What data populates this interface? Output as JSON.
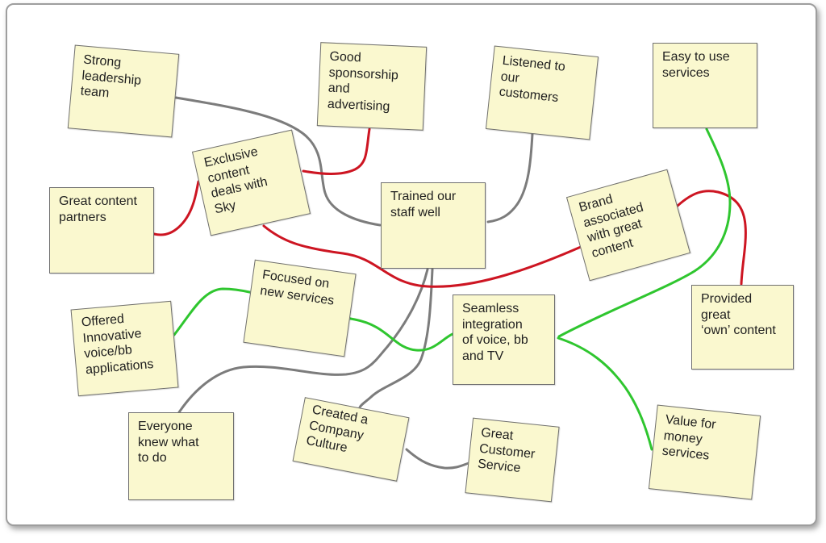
{
  "canvas": {
    "background": "#ffffff",
    "frame_border_color": "#9e9e9e"
  },
  "colors": {
    "red": "#cd1522",
    "green": "#2fc62f",
    "gray": "#7c7c7c",
    "note_fill": "#faf8cf",
    "note_border": "#6f6f6f"
  },
  "notes": [
    {
      "id": "strong-leadership",
      "text": "Strong\nleadership\nteam"
    },
    {
      "id": "good-sponsorship",
      "text": "Good\nsponsorship\nand\nadvertising"
    },
    {
      "id": "listened-customers",
      "text": "Listened to\nour\ncustomers"
    },
    {
      "id": "easy-to-use",
      "text": "Easy to use\nservices"
    },
    {
      "id": "exclusive-sky",
      "text": "Exclusive\ncontent\ndeals with\nSky"
    },
    {
      "id": "great-content-partners",
      "text": "Great content\npartners"
    },
    {
      "id": "trained-staff",
      "text": "Trained our\nstaff well"
    },
    {
      "id": "brand-content",
      "text": "Brand\nassociated\nwith great\ncontent"
    },
    {
      "id": "focused-new-services",
      "text": "Focused on\nnew services"
    },
    {
      "id": "offered-innovative",
      "text": "Offered\nInnovative\nvoice/bb\napplications"
    },
    {
      "id": "seamless-integration",
      "text": "Seamless\nintegration\nof voice, bb\nand TV"
    },
    {
      "id": "provided-own-content",
      "text": "Provided\ngreat\n‘own’ content"
    },
    {
      "id": "everyone-knew",
      "text": "Everyone\nknew what\nto do"
    },
    {
      "id": "created-culture",
      "text": "Created a\nCompany\nCulture"
    },
    {
      "id": "great-customer-service",
      "text": "Great\nCustomer\nService"
    },
    {
      "id": "value-for-money",
      "text": "Value for\nmoney\nservices"
    }
  ],
  "edges": [
    {
      "from": "strong-leadership",
      "to": "trained-staff",
      "color": "gray"
    },
    {
      "from": "listened-customers",
      "to": "trained-staff",
      "color": "gray"
    },
    {
      "from": "everyone-knew",
      "to": "trained-staff",
      "color": "gray"
    },
    {
      "from": "trained-staff",
      "to": "created-culture",
      "color": "gray"
    },
    {
      "from": "created-culture",
      "to": "great-customer-service",
      "color": "gray"
    },
    {
      "from": "great-content-partners",
      "to": "exclusive-sky",
      "color": "red"
    },
    {
      "from": "good-sponsorship",
      "to": "exclusive-sky",
      "color": "red"
    },
    {
      "from": "exclusive-sky",
      "to": "brand-content",
      "color": "red"
    },
    {
      "from": "brand-content",
      "to": "provided-own-content",
      "color": "red"
    },
    {
      "from": "easy-to-use",
      "to": "seamless-integration",
      "color": "green"
    },
    {
      "from": "seamless-integration",
      "to": "value-for-money",
      "color": "green"
    },
    {
      "from": "offered-innovative",
      "to": "seamless-integration",
      "color": "green"
    }
  ]
}
